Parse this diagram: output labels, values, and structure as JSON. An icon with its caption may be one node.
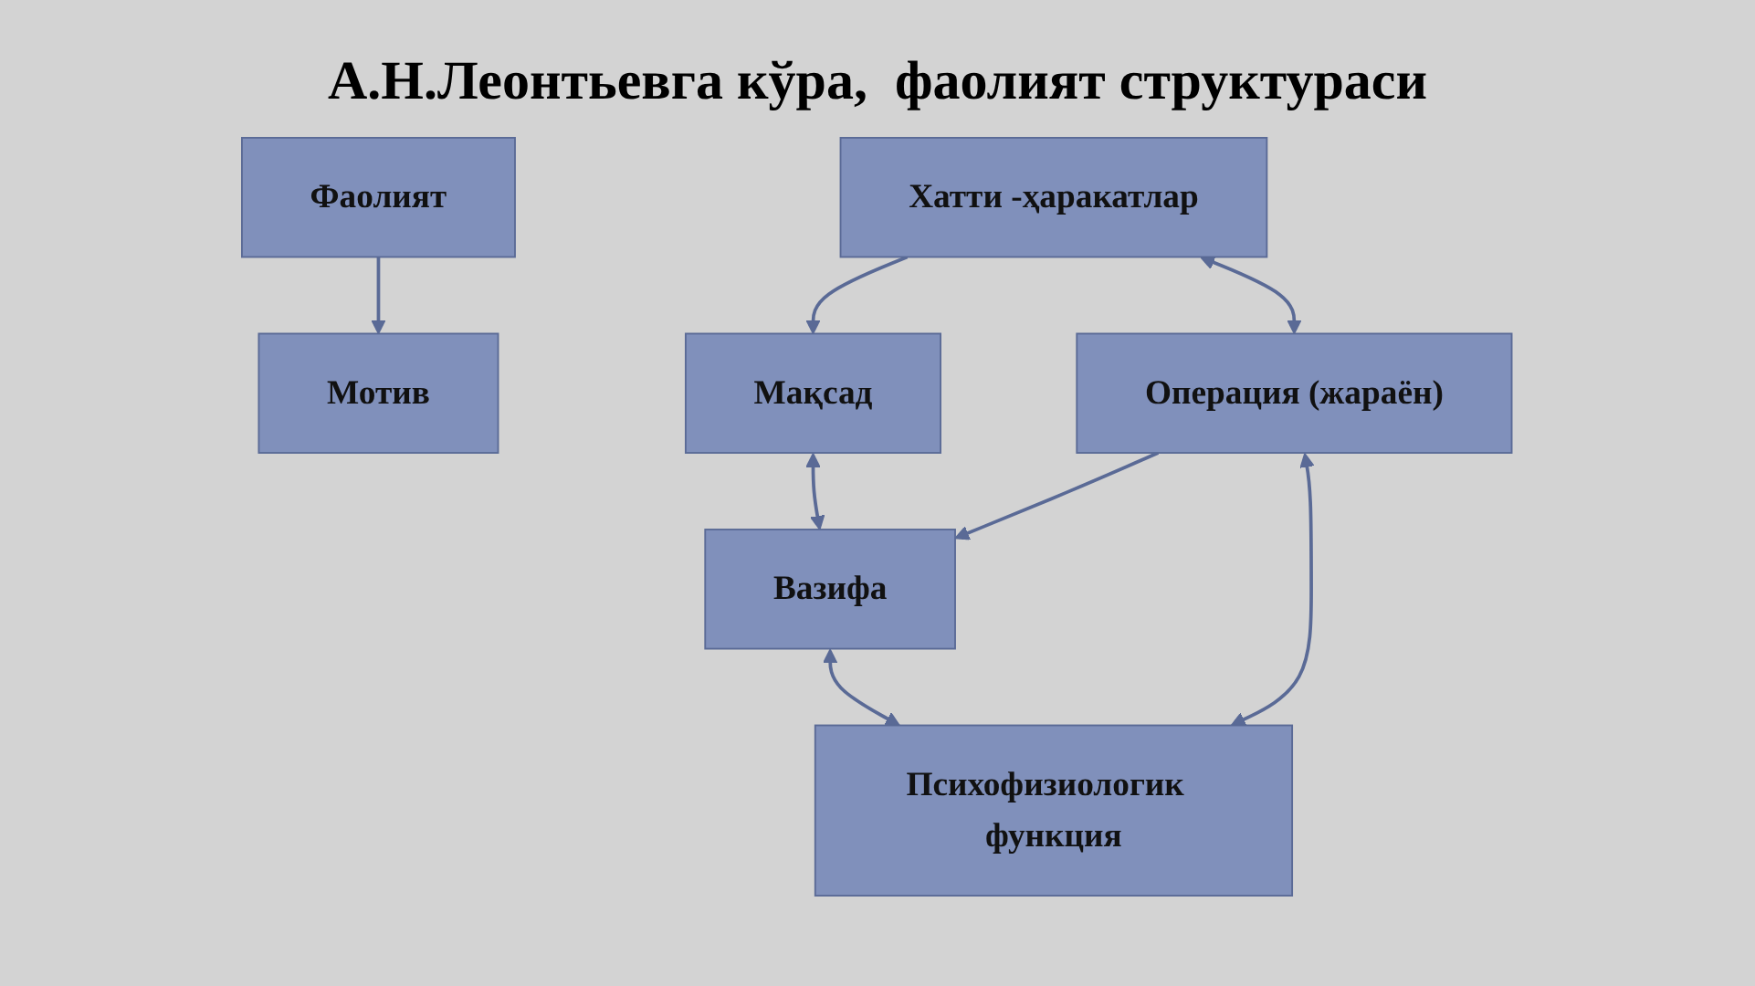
{
  "diagram": {
    "title": "А.Н.Леонтьевга кўра,  фаолият структураси",
    "nodes": [
      {
        "text": [
          "Фаолият"
        ]
      },
      {
        "text": [
          "Мотив"
        ]
      },
      {
        "text": [
          "Хатти -ҳаракатлар"
        ]
      },
      {
        "text": [
          "Мақсад"
        ]
      },
      {
        "text": [
          "Операция (жараён)"
        ]
      },
      {
        "text": [
          "Вазифа"
        ]
      },
      {
        "text": [
          "Психофизиологик  функция"
        ]
      }
    ],
    "edges": [
      {
        "from": 0,
        "to": 1,
        "arrow": "to"
      },
      {
        "from": 2,
        "to": 3,
        "arrow": "to"
      },
      {
        "from": 2,
        "to": 4,
        "arrow": "both"
      },
      {
        "from": 3,
        "to": 5,
        "arrow": "both"
      },
      {
        "from": 4,
        "to": 5,
        "arrow": "to"
      },
      {
        "from": 4,
        "to": 6,
        "arrow": "both"
      },
      {
        "from": 5,
        "to": 6,
        "arrow": "both"
      }
    ]
  }
}
